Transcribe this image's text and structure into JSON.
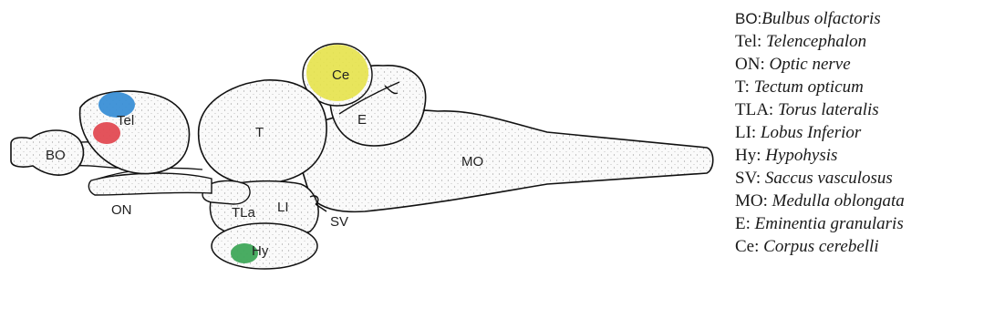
{
  "diagram": {
    "labels": {
      "bo": "BO",
      "tel": "Tel",
      "on": "ON",
      "t": "T",
      "ce": "Ce",
      "e": "E",
      "mo": "MO",
      "tla": "TLa",
      "li": "LI",
      "sv": "SV",
      "hy": "Hy"
    },
    "highlight_colors": {
      "telencephalon_blue": "#3a8fd6",
      "telencephalon_red": "#e24a52",
      "cerebellum_yellow": "#e6e24a",
      "hypophysis_green": "#3fa85a"
    }
  },
  "legend": [
    {
      "abbr": "BO:",
      "full": "Bulbus olfactoris"
    },
    {
      "abbr": "Tel:",
      "full": "Telencephalon"
    },
    {
      "abbr": "ON:",
      "full": "Optic nerve"
    },
    {
      "abbr": "T:",
      "full": "Tectum opticum"
    },
    {
      "abbr": "TLA:",
      "full": "Torus lateralis"
    },
    {
      "abbr": "LI:",
      "full": "Lobus Inferior"
    },
    {
      "abbr": "Hy:",
      "full": "Hypohysis"
    },
    {
      "abbr": "SV:",
      "full": "Saccus vasculosus"
    },
    {
      "abbr": "MO:",
      "full": "Medulla oblongata"
    },
    {
      "abbr": "E:",
      "full": "Eminentia granularis"
    },
    {
      "abbr": "Ce:",
      "full": "Corpus cerebelli"
    }
  ]
}
